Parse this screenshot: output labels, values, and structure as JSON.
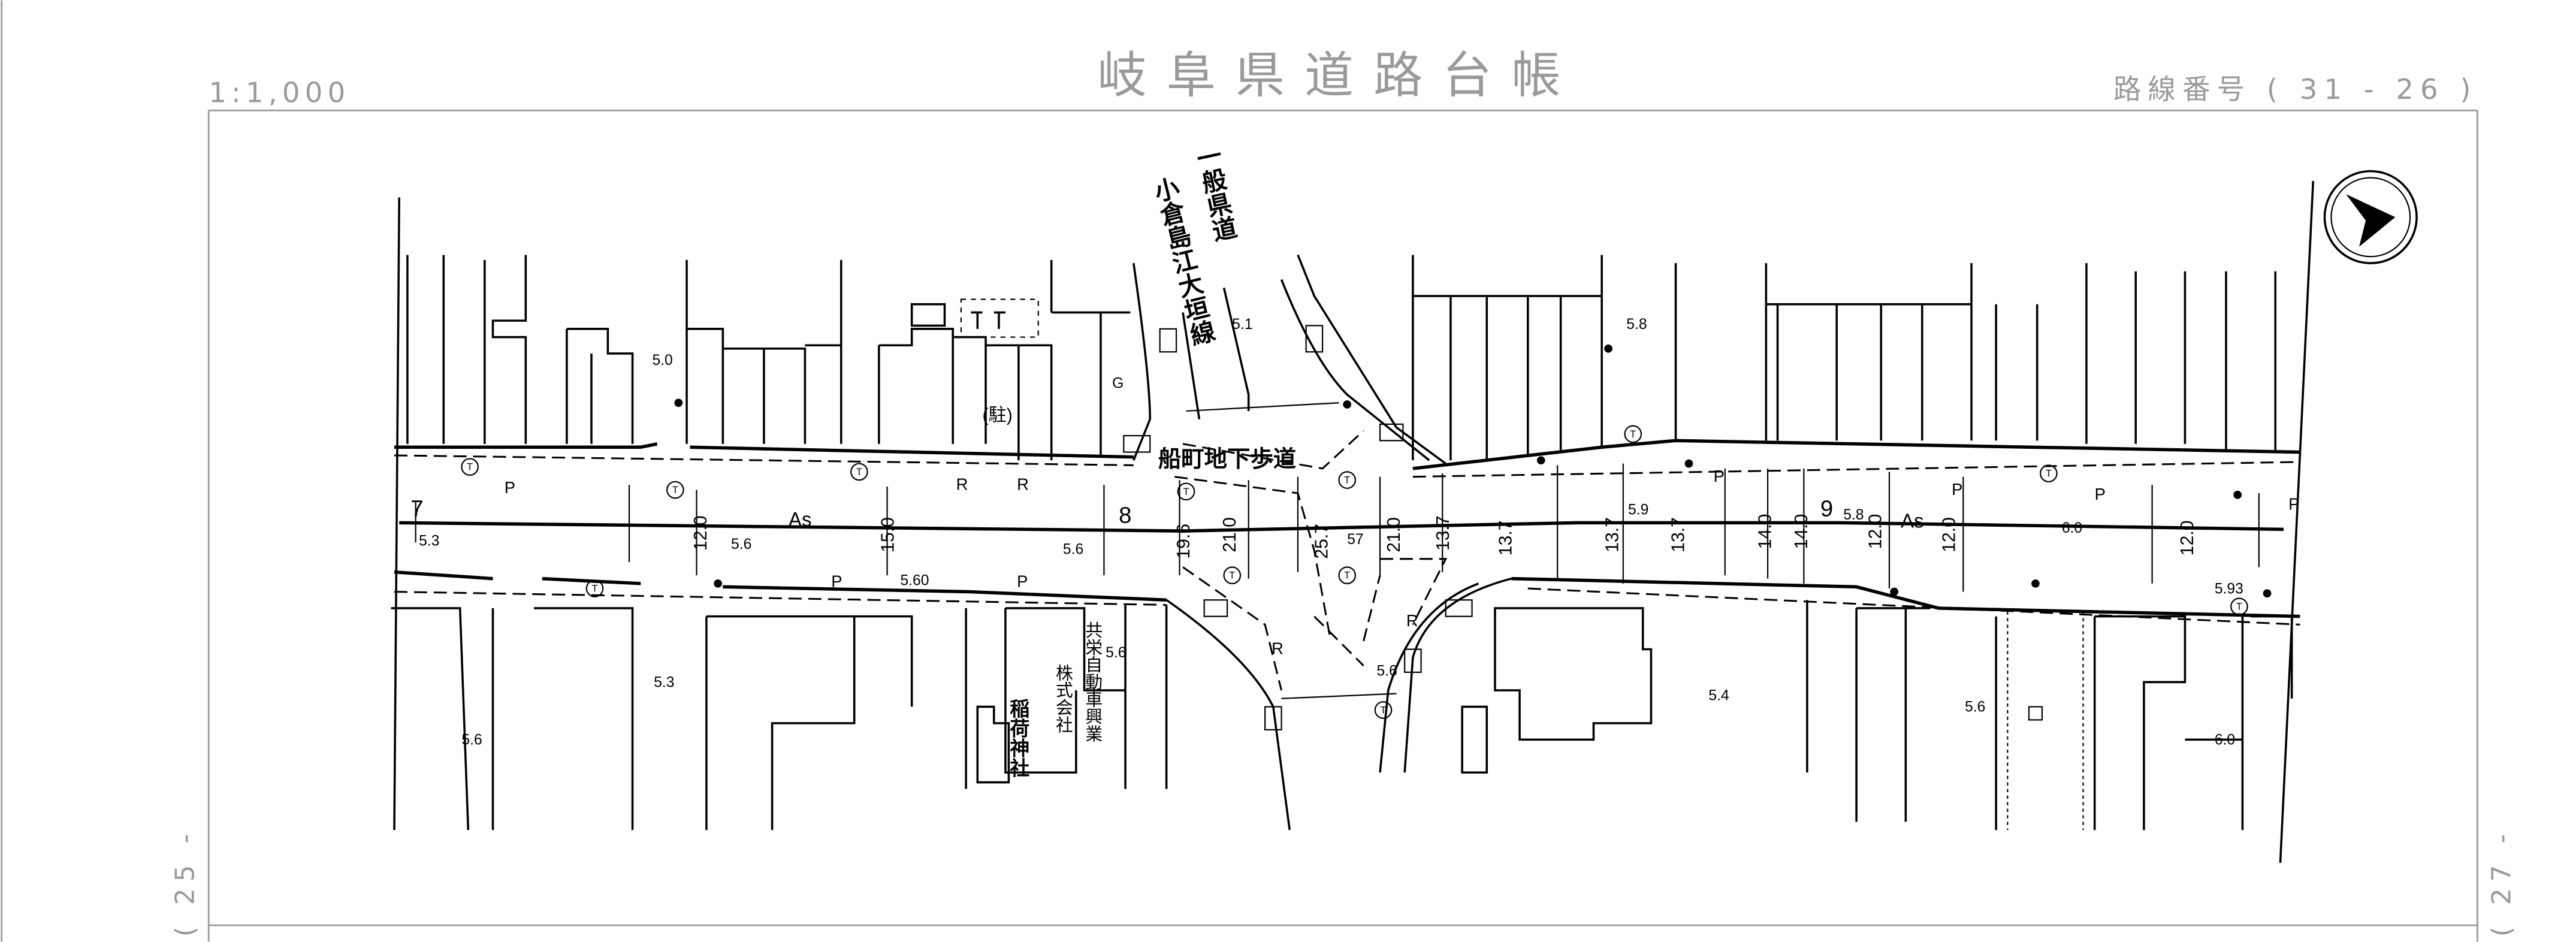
{
  "header": {
    "scale": "1:1,000",
    "title": "岐阜県道路台帳",
    "route_number": "路線番号 ( 31 - 26 )"
  },
  "margins": {
    "left_sheet": "( 25 -",
    "right_sheet": "( 27 -"
  },
  "map": {
    "crossing_road_line1": "一般県道",
    "crossing_road_line2": "小倉島江大垣線",
    "underpass": "船町地下歩道",
    "parking": "(駐)",
    "gas_station": "G",
    "shrine": "稲荷神社",
    "company_line1": "共栄自動車興業",
    "company_line2": "株式会社",
    "pavement": [
      "As",
      "As"
    ],
    "stations": [
      "7",
      "8",
      "9"
    ],
    "widths": [
      "12.0",
      "15.0",
      "19.6",
      "21.0",
      "25.7",
      "21.0",
      "13.7",
      "13.7",
      "13.7",
      "13.7",
      "14.0",
      "14.0",
      "12.0",
      "12.0",
      "12.0"
    ],
    "elevations": [
      "5.3",
      "5.6",
      "5.6",
      "57",
      "5.9",
      "5.8",
      "6.0",
      "5.60",
      "5.93",
      "5.0",
      "5.1",
      "5.8",
      "5.6",
      "5.6",
      "5.4",
      "5.6",
      "6.0",
      "5.3",
      "5.6"
    ],
    "parking_marks": [
      "P",
      "P",
      "P",
      "P",
      "P",
      "P",
      "P"
    ],
    "r_marks": [
      "R",
      "R",
      "R",
      "R"
    ],
    "t_marks": [
      "T",
      "T",
      "T",
      "T",
      "T",
      "T",
      "T",
      "T",
      "T",
      "T",
      "T",
      "T"
    ]
  }
}
